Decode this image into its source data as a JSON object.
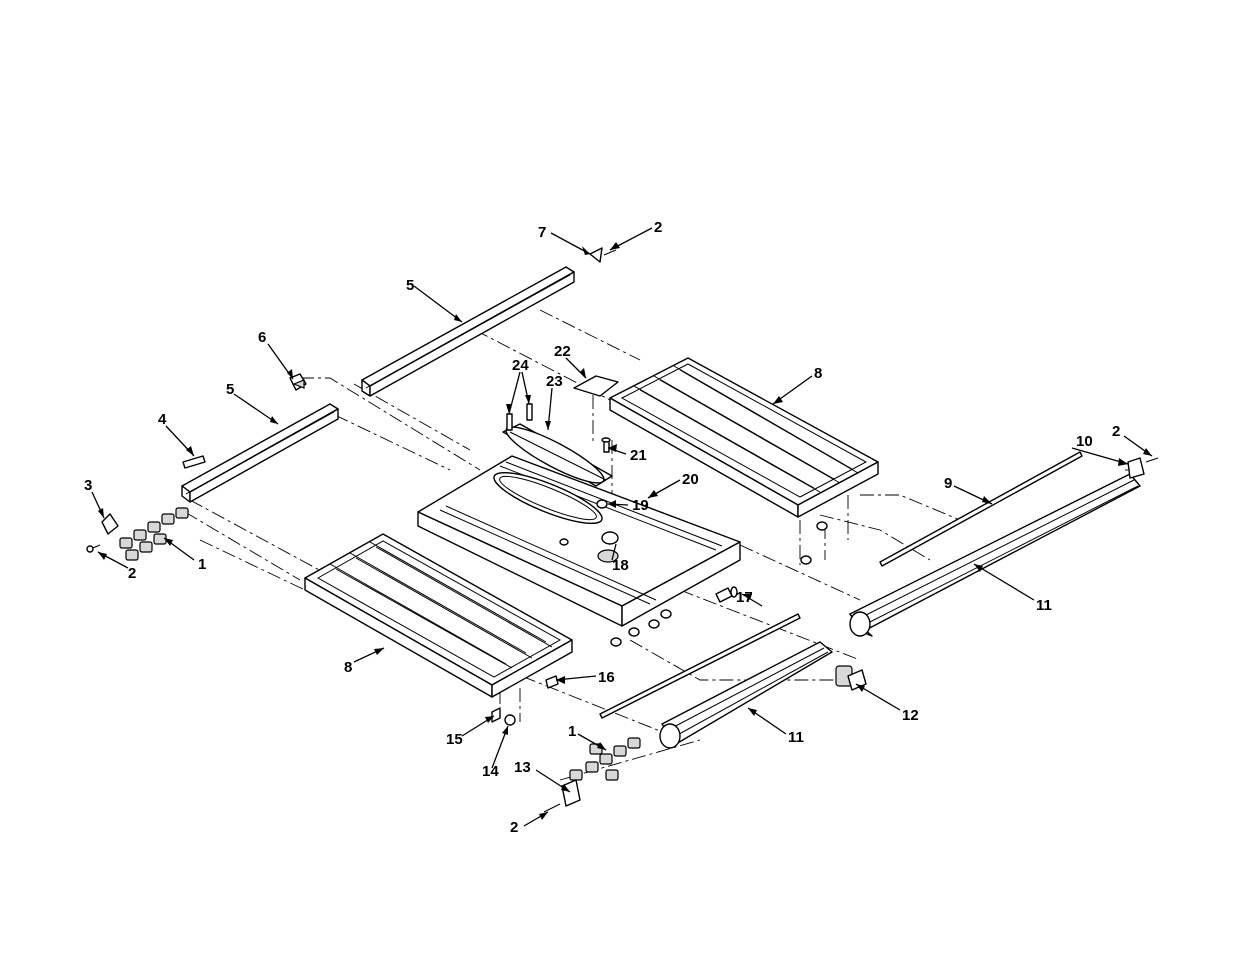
{
  "callouts": [
    {
      "id": "c7",
      "label": "7"
    },
    {
      "id": "c2a",
      "label": "2"
    },
    {
      "id": "c5a",
      "label": "5"
    },
    {
      "id": "c6",
      "label": "6"
    },
    {
      "id": "c22",
      "label": "22"
    },
    {
      "id": "c24",
      "label": "24"
    },
    {
      "id": "c23",
      "label": "23"
    },
    {
      "id": "c8a",
      "label": "8"
    },
    {
      "id": "c5b",
      "label": "5"
    },
    {
      "id": "c4",
      "label": "4"
    },
    {
      "id": "c21",
      "label": "21"
    },
    {
      "id": "c10",
      "label": "10"
    },
    {
      "id": "c2b",
      "label": "2"
    },
    {
      "id": "c20",
      "label": "20"
    },
    {
      "id": "c3",
      "label": "3"
    },
    {
      "id": "c19",
      "label": "19"
    },
    {
      "id": "c9",
      "label": "9"
    },
    {
      "id": "c1a",
      "label": "1"
    },
    {
      "id": "c2c",
      "label": "2"
    },
    {
      "id": "c18",
      "label": "18"
    },
    {
      "id": "c17",
      "label": "17"
    },
    {
      "id": "c11a",
      "label": "11"
    },
    {
      "id": "c8b",
      "label": "8"
    },
    {
      "id": "c16",
      "label": "16"
    },
    {
      "id": "c12",
      "label": "12"
    },
    {
      "id": "c11b",
      "label": "11"
    },
    {
      "id": "c15",
      "label": "15"
    },
    {
      "id": "c14",
      "label": "14"
    },
    {
      "id": "c1b",
      "label": "1"
    },
    {
      "id": "c13",
      "label": "13"
    },
    {
      "id": "c2d",
      "label": "2"
    }
  ]
}
